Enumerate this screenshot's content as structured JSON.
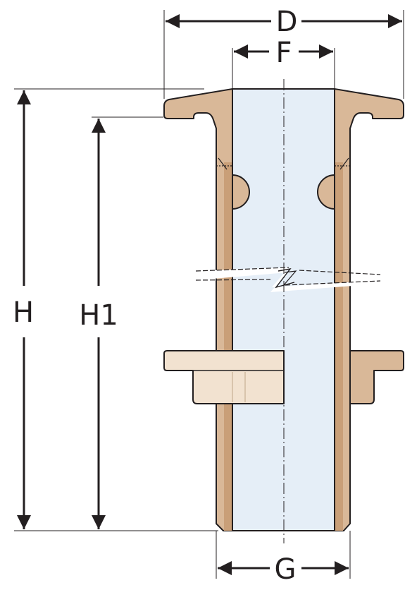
{
  "diagram": {
    "labels": {
      "D": "D",
      "F": "F",
      "H": "H",
      "H1": "H1",
      "G": "G"
    },
    "colors": {
      "line": "#231f20",
      "body_fill": "#d9b898",
      "body_edge": "#c99f78",
      "bore_fill": "#e5eef7",
      "nut_fill": "#f2e2d0",
      "background": "#ffffff"
    }
  }
}
